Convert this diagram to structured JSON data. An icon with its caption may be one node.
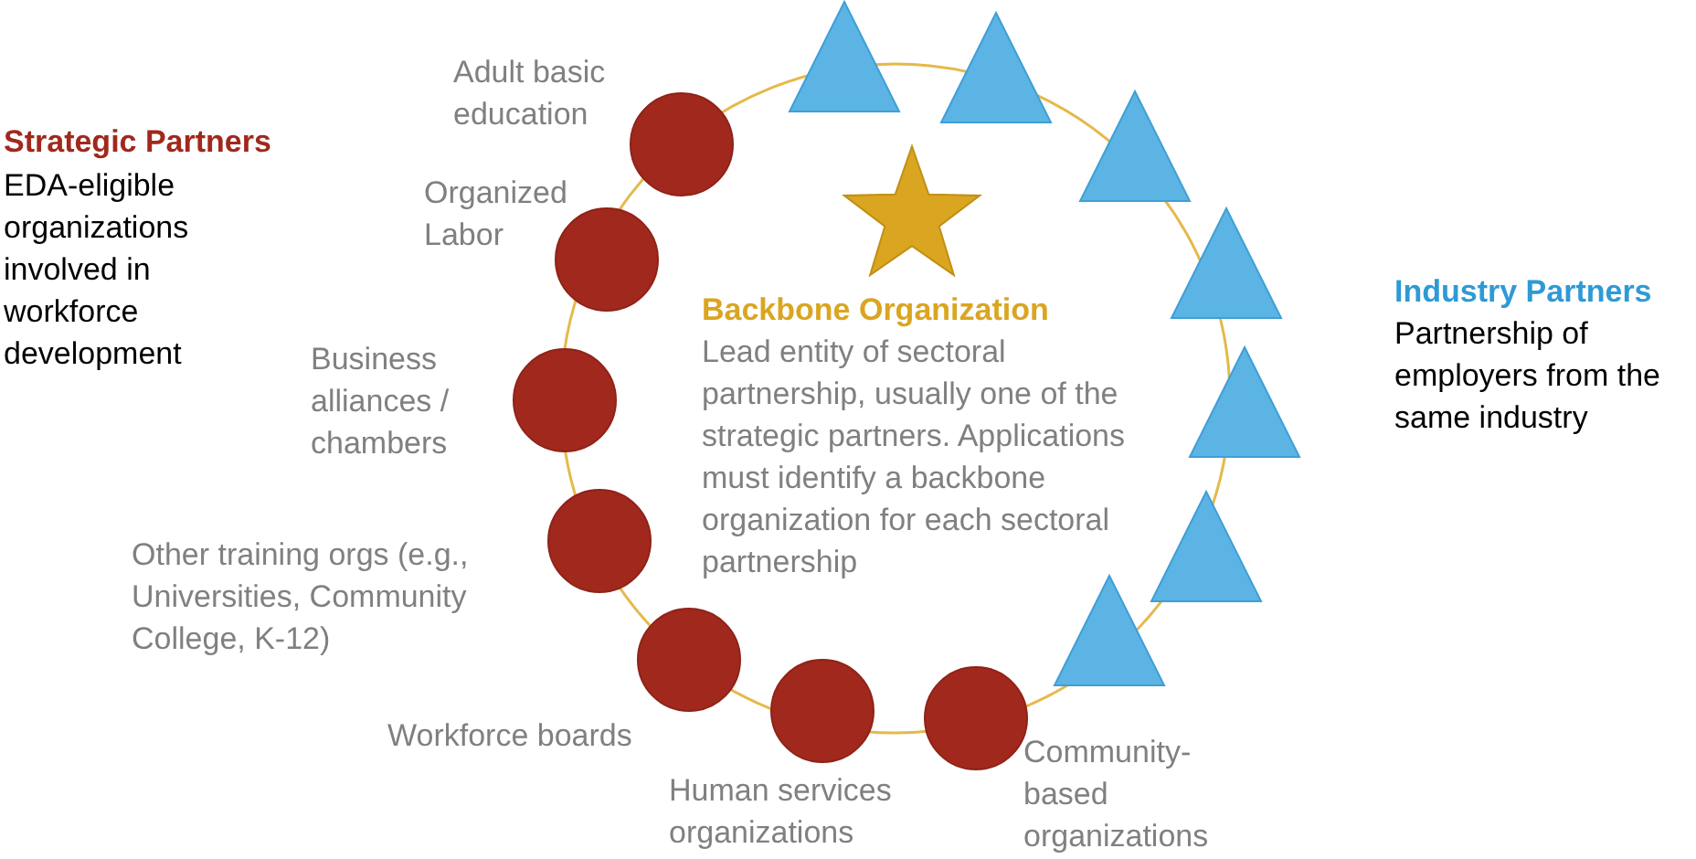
{
  "diagram": {
    "nodes": [
      {
        "text": [],
        "shape": "circle",
        "beside": [
          "Adult basic education"
        ]
      },
      {
        "text": [],
        "shape": "circle",
        "beside": [
          "Organized Labor"
        ]
      },
      {
        "text": [],
        "shape": "circle",
        "beside": [
          "Business alliances / chambers"
        ]
      },
      {
        "text": [],
        "shape": "circle",
        "beside": [
          "Other training orgs (e.g., Universities, Community College, K-12)"
        ]
      },
      {
        "text": [],
        "shape": "circle",
        "beside": [
          "Workforce boards"
        ]
      },
      {
        "text": [],
        "shape": "circle",
        "beside": [
          "Human services organizations"
        ]
      },
      {
        "text": [],
        "shape": "circle",
        "beside": [
          "Community-based organizations"
        ]
      },
      {
        "text": [],
        "shape": "triangle"
      },
      {
        "text": [],
        "shape": "triangle"
      },
      {
        "text": [],
        "shape": "triangle"
      },
      {
        "text": [],
        "shape": "triangle"
      },
      {
        "text": [],
        "shape": "triangle"
      },
      {
        "text": [],
        "shape": "triangle"
      },
      {
        "text": [],
        "shape": "triangle"
      },
      {
        "text": [],
        "shape": "star"
      }
    ],
    "edges": [],
    "labels": [
      "Strategic Partners",
      "EDA-eligible organizations involved in workforce development",
      "Backbone Organization",
      "Lead entity of sectoral partnership, usually one of the strategic partners. Applications must identify a backbone organization for each sectoral partnership",
      "Industry Partners",
      "Partnership of employers from the same industry"
    ]
  }
}
